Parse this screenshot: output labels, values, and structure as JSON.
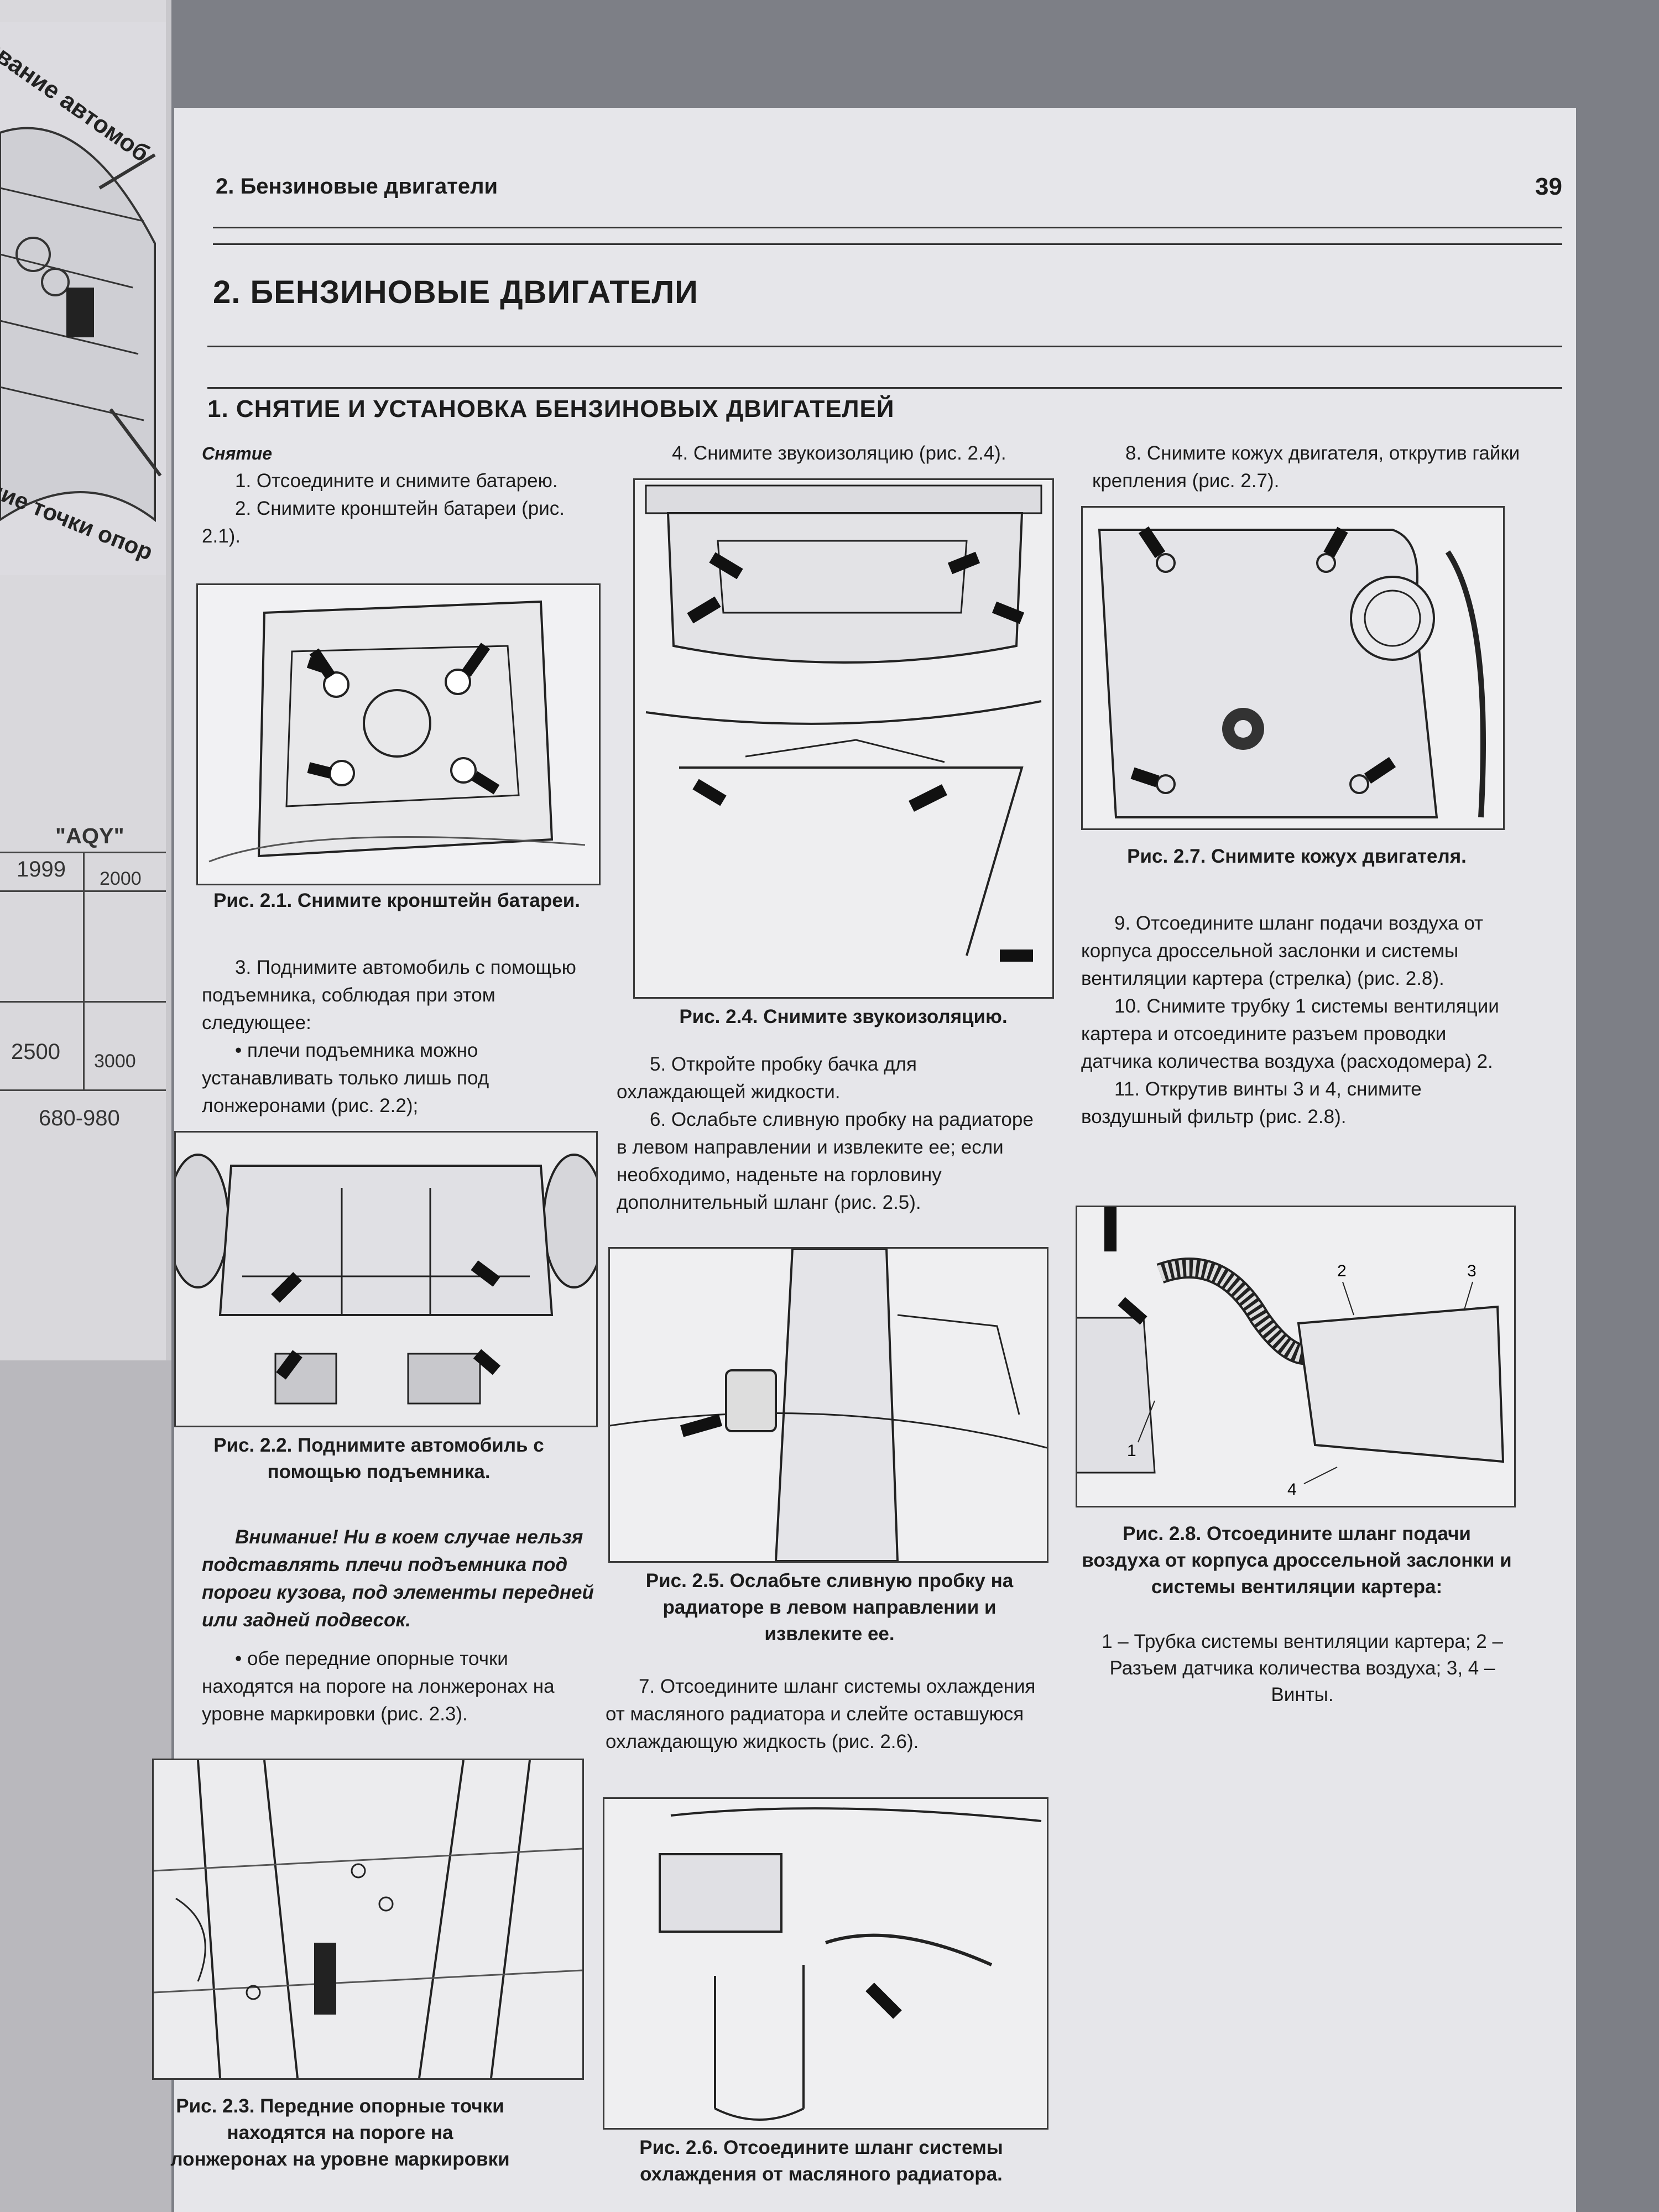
{
  "left_page": {
    "top_text": "ивание автомоб",
    "side_text": "ние точки опор",
    "table_header": "\"AQY\"",
    "years": [
      "1999",
      "2000"
    ],
    "values": [
      "2500",
      "3000"
    ],
    "range": "680-980"
  },
  "header": {
    "section": "2. Бензиновые двигатели",
    "page_number": "39"
  },
  "chapter_title": "2. БЕНЗИНОВЫЕ ДВИГАТЕЛИ",
  "section_title": "1. СНЯТИЕ И УСТАНОВКА БЕНЗИНОВЫХ ДВИГАТЕЛЕЙ",
  "col1": {
    "subheading": "Снятие",
    "step1": "1. Отсоедините и снимите батарею.",
    "step2": "2. Снимите кронштейн батареи (рис. 2.1).",
    "fig21_caption": "Рис. 2.1. Снимите кронштейн батареи.",
    "step3": "3. Поднимите автомобиль с помощью подъемника, соблюдая при этом следующее:",
    "bullet1": "плечи подъемника можно устанавливать только лишь под лонжеронами (рис. 2.2);",
    "fig22_caption": "Рис. 2.2. Поднимите автомобиль с помощью подъемника.",
    "warning_label": "Внимание!",
    "warning_text": "Ни в коем случае нельзя подставлять плечи подъемника под пороги кузова, под элементы передней или задней подвесок.",
    "bullet2": "обе передние опорные точки находятся на пороге на лонжеронах на уровне маркировки (рис. 2.3).",
    "fig23_caption": "Рис. 2.3. Передние опорные точки находятся на пороге на лонжеронах на уровне маркировки"
  },
  "col2": {
    "step4": "4. Снимите звукоизоляцию (рис. 2.4).",
    "fig24_caption": "Рис. 2.4. Снимите звукоизоляцию.",
    "step5": "5. Откройте пробку бачка для охлаждающей жидкости.",
    "step6": "6. Ослабьте сливную пробку на радиаторе в левом направлении и извлеките ее; если необходимо, наденьте на горловину дополнительный шланг (рис. 2.5).",
    "fig25_caption": "Рис. 2.5. Ослабьте сливную пробку на радиаторе в левом направлении и извлеките ее.",
    "step7": "7. Отсоедините шланг системы охлаждения от масляного радиатора и слейте оставшуюся охлаждающую жидкость (рис. 2.6).",
    "fig26_caption": "Рис. 2.6. Отсоедините шланг системы охлаждения от масляного радиатора."
  },
  "col3": {
    "step8": "8. Снимите кожух двигателя, открутив гайки крепления (рис. 2.7).",
    "fig27_caption": "Рис. 2.7. Снимите кожух двигателя.",
    "step9": "9. Отсоедините шланг подачи воздуха от корпуса дроссельной заслонки и системы вентиляции картера (стрелка) (рис. 2.8).",
    "step10": "10. Снимите трубку 1 системы вентиляции картера и отсоедините разъем проводки датчика количества воздуха (расходомера) 2.",
    "step11": "11. Открутив винты 3 и 4, снимите воздушный фильтр (рис. 2.8).",
    "fig28_caption": "Рис. 2.8. Отсоедините шланг подачи воздуха от корпуса дроссельной заслонки и системы вентиляции картера:",
    "fig28_legend": "1 – Трубка системы вентиляции картера; 2 – Разъем датчика количества воздуха; 3, 4 – Винты.",
    "fig28_labels": [
      "1",
      "2",
      "3",
      "4"
    ]
  }
}
